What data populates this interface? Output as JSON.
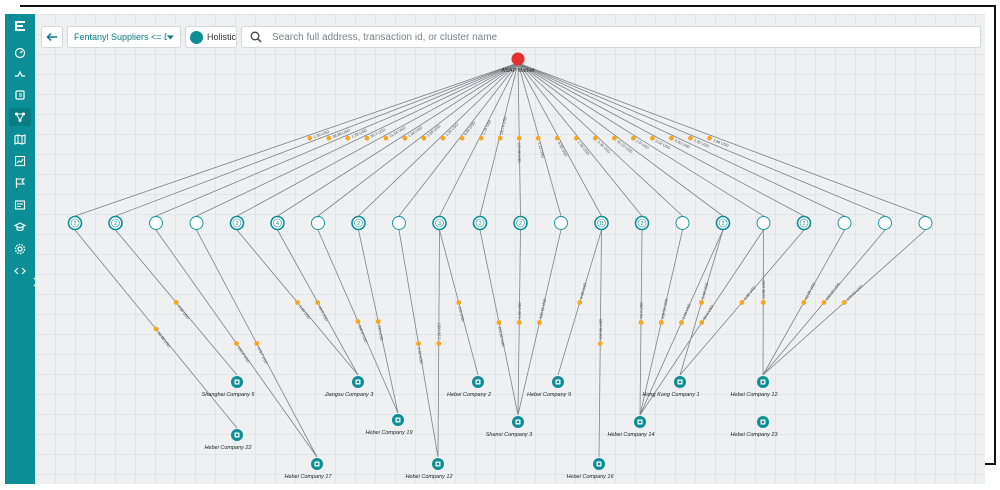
{
  "toolbar": {
    "filter_label": "Fentanyl Suppliers <= DN...",
    "holistic_label": "Holistic",
    "search_placeholder": "Search full address, transaction id, or cluster name"
  },
  "sidebar": {
    "items": [
      {
        "icon": "dashboard-icon"
      },
      {
        "icon": "trend-icon"
      },
      {
        "icon": "case-icon"
      },
      {
        "icon": "graph-icon",
        "active": true
      },
      {
        "icon": "map-icon"
      },
      {
        "icon": "chart-icon"
      },
      {
        "icon": "flag-icon"
      },
      {
        "icon": "report-icon"
      },
      {
        "icon": "education-icon"
      },
      {
        "icon": "settings-icon"
      },
      {
        "icon": "code-icon"
      }
    ]
  },
  "graph": {
    "source_label": "ASAP Market",
    "source_color": "#e53030",
    "accent_color": "#0c8e96",
    "edge_label_color": "#f5a623",
    "intermediates": [
      {
        "label": "2",
        "top_label": "1.36 USD"
      },
      {
        "label": "2",
        "top_label": "38.88 USD"
      },
      {
        "label": "",
        "top_label": "1.28 USD"
      },
      {
        "label": "",
        "top_label": "29.7 USD"
      },
      {
        "label": "2",
        "top_label": "11.24 USD"
      },
      {
        "label": "4",
        "top_label": "1.04 USD"
      },
      {
        "label": "",
        "top_label": "2.98 USD"
      },
      {
        "label": "2",
        "top_label": "1.36 USD"
      },
      {
        "label": "",
        "top_label": "4.96 USD"
      },
      {
        "label": "3",
        "top_label": "1.16 USD"
      },
      {
        "label": "2",
        "top_label": "28.74 USD"
      },
      {
        "label": "2",
        "top_label": "133.88 USD"
      },
      {
        "label": "",
        "top_label": "1.12 USD"
      },
      {
        "label": "11",
        "top_label": "6.68 USD"
      },
      {
        "label": "2",
        "top_label": "1.56 USD"
      },
      {
        "label": "",
        "top_label": "3.36 USD"
      },
      {
        "label": "2",
        "top_label": "32.15 USD"
      },
      {
        "label": "",
        "top_label": "2.8 USD"
      },
      {
        "label": "2",
        "top_label": "3.32 USD"
      },
      {
        "label": "",
        "top_label": "4.02 USD"
      },
      {
        "label": "",
        "top_label": "1.32 USD"
      },
      {
        "label": "",
        "top_label": "1.98 USD"
      }
    ],
    "companies": [
      {
        "name": "Shanghai Company 5"
      },
      {
        "name": "Hebei Company 22"
      },
      {
        "name": "Hebei Company 17"
      },
      {
        "name": "Jiangsu Company 3"
      },
      {
        "name": "Hebei Company 19"
      },
      {
        "name": "Hebei Company 12"
      },
      {
        "name": "Hebei Company 2"
      },
      {
        "name": "Shanxi Company 3"
      },
      {
        "name": "Hebei Company 9"
      },
      {
        "name": "Hebei Company 16"
      },
      {
        "name": "Hebei Company 14"
      },
      {
        "name": "Hong Kong Company 1"
      },
      {
        "name": "Hebei Company 12"
      },
      {
        "name": "Hebei Company 23"
      }
    ],
    "links": [
      {
        "from": 0,
        "to": 1,
        "label": "26.88 USD"
      },
      {
        "from": 1,
        "to": 0,
        "label": "4.86 USD"
      },
      {
        "from": 2,
        "to": 2,
        "label": "150.6 USD"
      },
      {
        "from": 3,
        "to": 2,
        "label": "179.7 USD"
      },
      {
        "from": 5,
        "to": 3,
        "label": "49.5 USD"
      },
      {
        "from": 4,
        "to": 3,
        "label": "1.84 USD"
      },
      {
        "from": 6,
        "to": 4,
        "label": "348.8 USD"
      },
      {
        "from": 7,
        "to": 4,
        "label": "270 USD"
      },
      {
        "from": 8,
        "to": 5,
        "label": "1.96 USD"
      },
      {
        "from": 9,
        "to": 5,
        "label": "1.36 USD"
      },
      {
        "from": 9,
        "to": 6,
        "label": "103 USD"
      },
      {
        "from": 11,
        "to": 7,
        "label": "6.86 USD"
      },
      {
        "from": 10,
        "to": 7,
        "label": "103.83 USD"
      },
      {
        "from": 12,
        "to": 7,
        "label": "102.56 USD"
      },
      {
        "from": 13,
        "to": 8,
        "label": "4.96 USD"
      },
      {
        "from": 13,
        "to": 9,
        "label": "102.98 USD"
      },
      {
        "from": 14,
        "to": 10,
        "label": "49.4 USD"
      },
      {
        "from": 15,
        "to": 10,
        "label": "118.55 USD"
      },
      {
        "from": 16,
        "to": 10,
        "label": "1.16 USD"
      },
      {
        "from": 17,
        "to": 10,
        "label": "69.4 USD"
      },
      {
        "from": 16,
        "to": 11,
        "label": "5.48 USD"
      },
      {
        "from": 18,
        "to": 11,
        "label": "4.82 USD"
      },
      {
        "from": 19,
        "to": 12,
        "label": "51.05 USD"
      },
      {
        "from": 20,
        "to": 12,
        "label": "132.63 USD"
      },
      {
        "from": 21,
        "to": 12,
        "label": "170.53 USD"
      },
      {
        "from": 17,
        "to": 12,
        "label": "11.88 USD"
      }
    ]
  }
}
